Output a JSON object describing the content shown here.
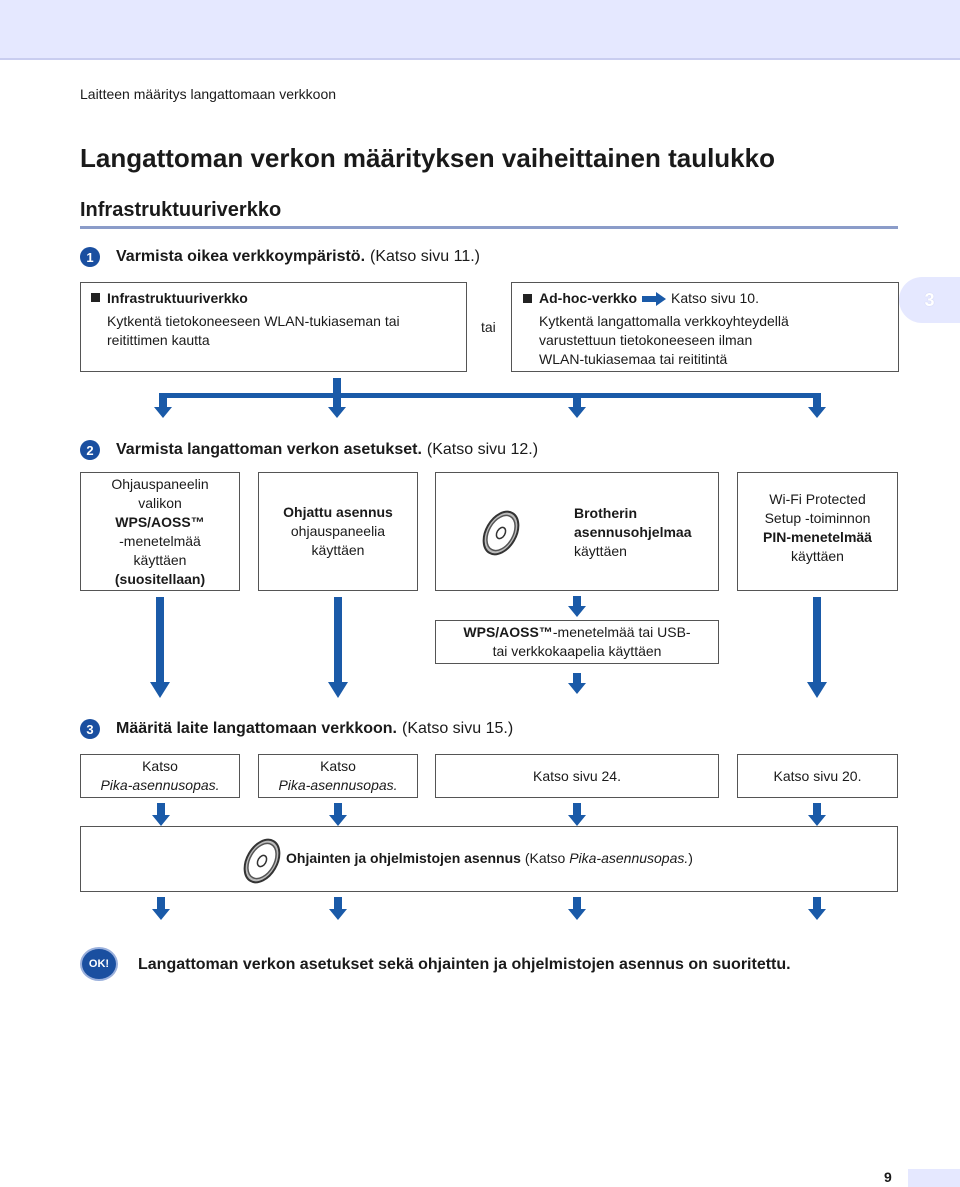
{
  "header": {
    "running_title": "Laitteen määritys langattomaan verkkoon"
  },
  "page": {
    "title": "Langattoman verkon määrityksen vaiheittainen taulukko",
    "subtitle": "Infrastruktuuriverkko",
    "chapter_tab": "3",
    "page_number": "9"
  },
  "step1": {
    "number": "1",
    "text": "Varmista oikea verkkoympäristö.",
    "ref": "(Katso sivu 11.)",
    "left_title": "Infrastruktuuriverkko",
    "left_desc1": "Kytkentä tietokoneeseen WLAN-tukiaseman tai",
    "left_desc2": "reitittimen kautta",
    "or": "tai",
    "right_title": "Ad-hoc-verkko",
    "right_ref": "Katso sivu 10.",
    "right_desc1": "Kytkentä langattomalla verkkoyhteydellä",
    "right_desc2": "varustettuun tietokoneeseen ilman",
    "right_desc3": "WLAN-tukiasemaa tai reititintä"
  },
  "step2": {
    "number": "2",
    "text": "Varmista langattoman verkon asetukset.",
    "ref": "(Katso sivu 12.)",
    "box1": {
      "l1": "Ohjauspaneelin",
      "l2": "valikon",
      "l3": "WPS/AOSS™",
      "l4": "-menetelmää",
      "l5": "käyttäen",
      "l6": "(suositellaan)"
    },
    "box2": {
      "l1": "Ohjattu asennus",
      "l2": "ohjauspaneelia",
      "l3": "käyttäen"
    },
    "box3": {
      "l1": "Brotherin",
      "l2": "asennusohjelmaa",
      "l3": "käyttäen"
    },
    "box4": {
      "l1": "Wi-Fi Protected",
      "l2": "Setup -toiminnon",
      "l3": "PIN-menetelmää",
      "l4": "käyttäen"
    },
    "sub_box": {
      "bold": "WPS/AOSS™",
      "l1": "-menetelmää tai USB-",
      "l2": "tai verkkokaapelia käyttäen"
    }
  },
  "step3": {
    "number": "3",
    "text": "Määritä laite langattomaan verkkoon.",
    "ref": "(Katso sivu 15.)",
    "box1": {
      "l1": "Katso",
      "l2": "Pika-asennusopas."
    },
    "box2": {
      "l1": "Katso",
      "l2": "Pika-asennusopas."
    },
    "box3": "Katso sivu 24.",
    "box4": "Katso sivu 20."
  },
  "install": {
    "bold": "Ohjainten ja ohjelmistojen asennus",
    "pre": "(Katso",
    "ital": "Pika-asennusopas.",
    "post": ")"
  },
  "final": {
    "badge": "OK!",
    "text": "Langattoman verkon asetukset sekä ohjainten ja ohjelmistojen asennus on suoritettu."
  },
  "colors": {
    "accent": "#1a5aa8",
    "band": "#e5e8ff"
  }
}
